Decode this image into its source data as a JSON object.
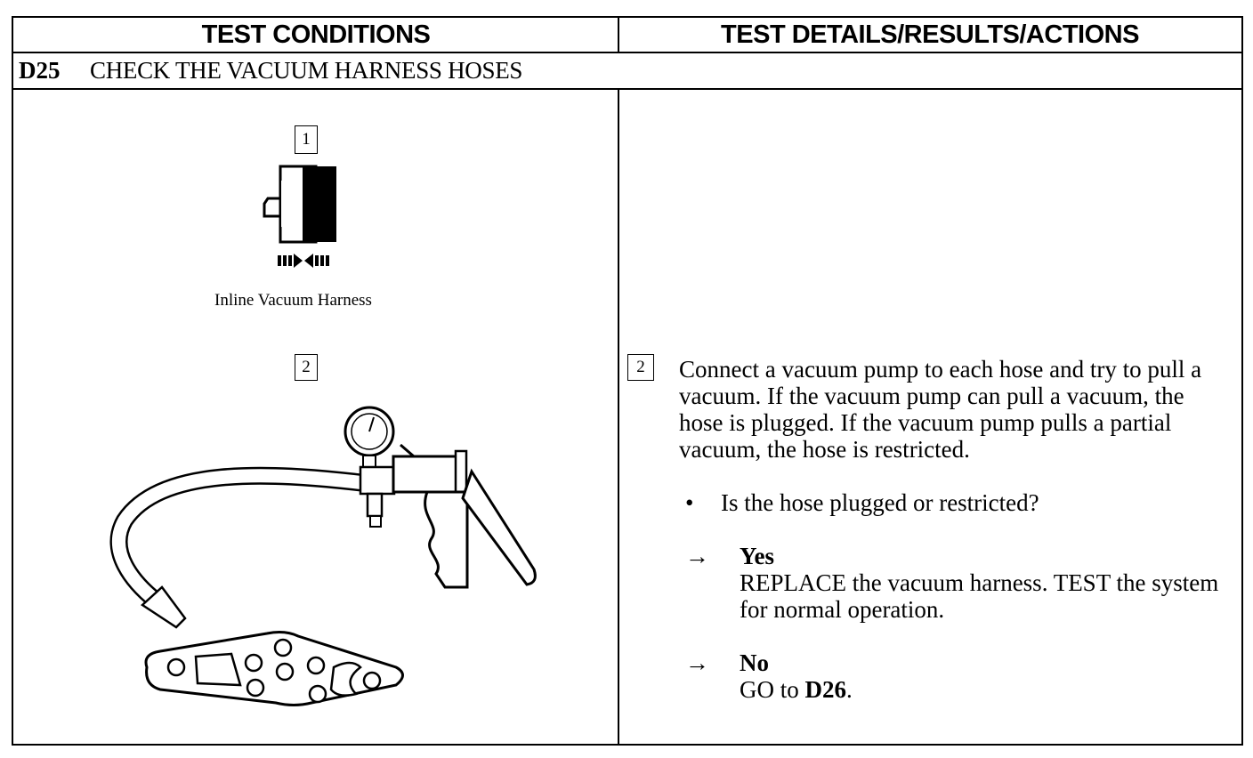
{
  "header": {
    "left_title": "TEST CONDITIONS",
    "right_title": "TEST DETAILS/RESULTS/ACTIONS"
  },
  "step": {
    "code": "D25",
    "title": "CHECK THE VACUUM HARNESS HOSES"
  },
  "illustrations": {
    "fig1_number": "1",
    "fig1_caption": "Inline Vacuum Harness",
    "fig2_number": "2"
  },
  "details": {
    "step_number": "2",
    "instruction": "Connect a vacuum pump to each hose and try to pull a vacuum. If the vacuum pump can pull a vacuum, the hose is plugged. If the vacuum pump pulls a partial vacuum, the hose is restricted.",
    "bullet_symbol": "•",
    "question": "Is the hose plugged or restricted?",
    "answers": [
      {
        "arrow": "→",
        "label": "Yes",
        "action": "REPLACE the vacuum harness. TEST the system for normal operation."
      },
      {
        "arrow": "→",
        "label": "No",
        "action_prefix": "GO to ",
        "action_bold": "D26",
        "action_suffix": "."
      }
    ]
  },
  "icons": [
    "vacuum-harness-connector-icon",
    "vacuum-pump-icon",
    "hose-manifold-icon",
    "right-arrow-icon"
  ]
}
